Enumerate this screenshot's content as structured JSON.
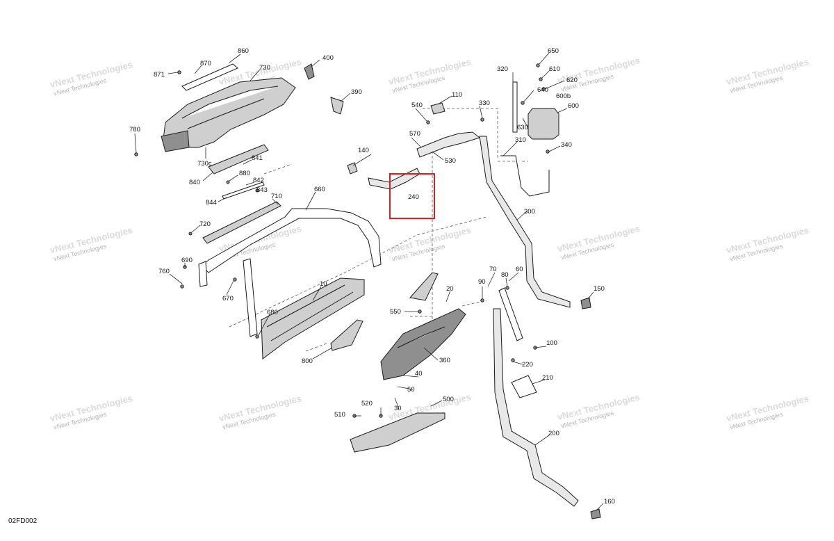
{
  "diagram": {
    "code": "02FD002",
    "watermark": {
      "line1": "vNext Technologies",
      "line2": "vNext Technologies"
    },
    "highlight_color": "#d62027",
    "highlighted_part": "240",
    "callouts": [
      "10",
      "20",
      "30",
      "40",
      "50",
      "60",
      "70",
      "80",
      "90",
      "100",
      "110",
      "140",
      "150",
      "160",
      "200",
      "210",
      "220",
      "240",
      "300",
      "310",
      "320",
      "330",
      "340",
      "360",
      "390",
      "400",
      "500",
      "510",
      "520",
      "530",
      "540",
      "550",
      "570",
      "600",
      "600b",
      "610",
      "620",
      "630",
      "640",
      "650",
      "660",
      "670",
      "680",
      "690",
      "710",
      "720",
      "730",
      "730c",
      "760",
      "780",
      "800",
      "840",
      "841",
      "842",
      "843",
      "844",
      "860",
      "870",
      "871",
      "880"
    ]
  }
}
